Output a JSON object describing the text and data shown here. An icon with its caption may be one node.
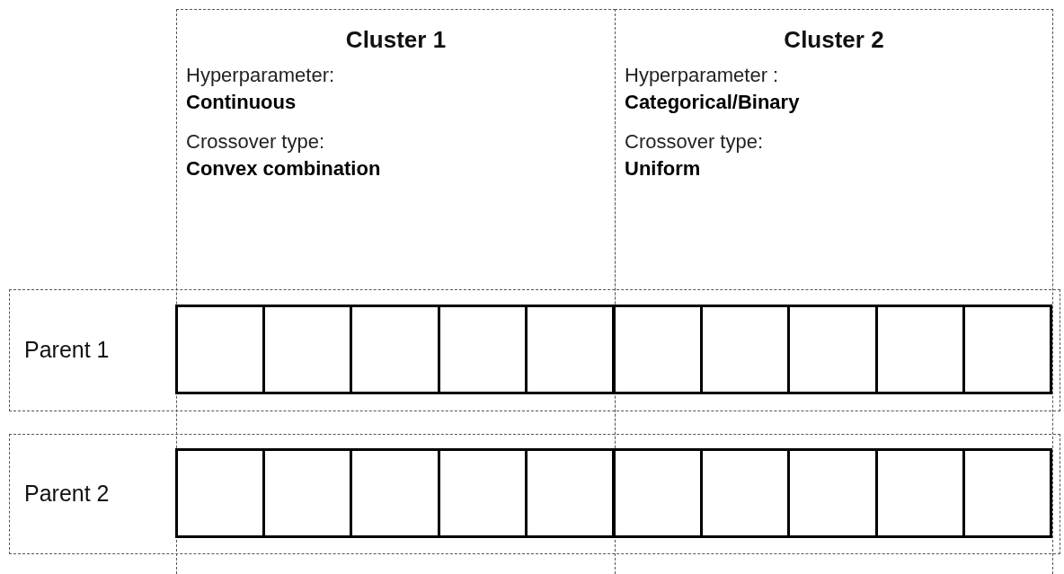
{
  "diagram": {
    "nodes": [
      {
        "text": [
          "Cluster 1",
          "Hyperparameter: **Continuous**",
          "Crossover type: **Convex combination**"
        ]
      },
      {
        "text": [
          "Cluster 2",
          "Hyperparameter : **Categorical/Binary**",
          "Crossover type: **Uniform**"
        ]
      },
      {
        "text": [
          "Parent 1"
        ]
      },
      {
        "text": [
          "Parent 2"
        ]
      },
      {
        "text": [],
        "shape": "box"
      },
      {
        "text": [],
        "shape": "box"
      },
      {
        "text": [],
        "shape": "box"
      },
      {
        "text": [],
        "shape": "box"
      },
      {
        "text": [],
        "shape": "box"
      },
      {
        "text": [],
        "shape": "box"
      },
      {
        "text": [],
        "shape": "box"
      },
      {
        "text": [],
        "shape": "box"
      },
      {
        "text": [],
        "shape": "box"
      },
      {
        "text": [],
        "shape": "box"
      },
      {
        "text": [],
        "shape": "box"
      },
      {
        "text": [],
        "shape": "box"
      },
      {
        "text": [],
        "shape": "box"
      },
      {
        "text": [],
        "shape": "box"
      },
      {
        "text": [],
        "shape": "box"
      },
      {
        "text": [],
        "shape": "box"
      },
      {
        "text": [],
        "shape": "box"
      },
      {
        "text": [],
        "shape": "box"
      },
      {
        "text": [],
        "shape": "box"
      },
      {
        "text": [],
        "shape": "box"
      }
    ],
    "edges": []
  }
}
